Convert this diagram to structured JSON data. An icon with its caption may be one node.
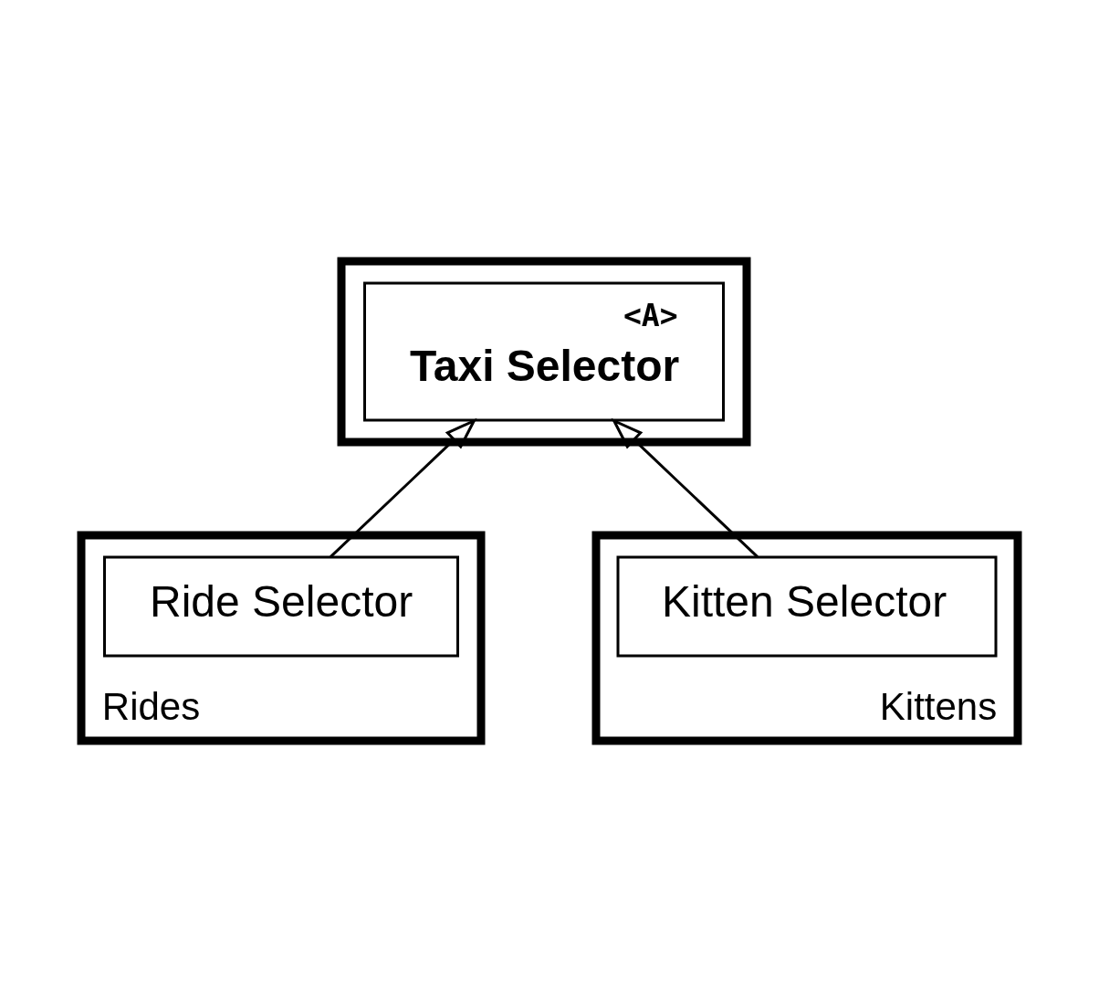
{
  "diagram": {
    "nodes": [
      {
        "text": [],
        "shape": "box"
      },
      {
        "text": [
          "<A>",
          "Taxi Selector"
        ],
        "in": 0
      },
      {
        "text": [
          "Rides"
        ]
      },
      {
        "text": [
          "Ride Selector"
        ],
        "in": 2
      },
      {
        "text": [
          "Kittens"
        ]
      },
      {
        "text": [
          "Kitten Selector"
        ],
        "in": 4
      }
    ],
    "edges": [
      {
        "from": 3,
        "to": 1,
        "arrow": "to"
      },
      {
        "from": 5,
        "to": 1,
        "arrow": "to"
      }
    ]
  }
}
